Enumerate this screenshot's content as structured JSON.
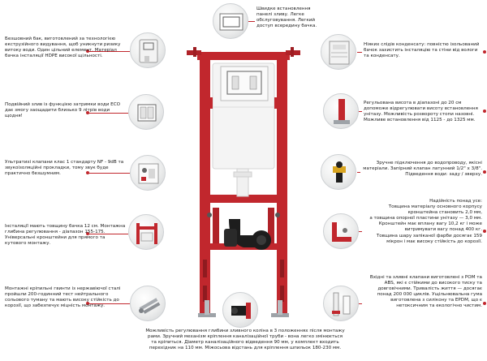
{
  "left_notes": [
    "Безшовний бак, виготовлений за технологією екструзійного видування, щоб уникнути ризику витоку води. Один цільний елемент. Матеріал бачка інсталяції HDPE високої щільності.",
    "Подвійний злив із функцією затримки води ECO дає змогу заощадити близько 9 літрів води щодня!",
    "Ультратихі клапани клас 1 стандарту NF - 9dB та звукоізоляційні прокладки, тому звук буде практично безшумним.",
    "Інсталяції мають товщину бачка 12 см. Монтажна глибина регулювання - діапазон 155-175. Універсальні кронштейни для прямого та кутового монтажу.",
    "Монтажні кріпильні гвинти із нержавіючої сталі пройшли 200-годинний тест нейтрального сольового туману та мають високу стійкість до корозії, що забезпечує міцність монтажу."
  ],
  "right_notes": [
    "Ніяких слідів конденсату: повністю ізольований бачок захистить інсталяцію та стіни від вологи та конденсату.",
    "Регульована висота в діапазоні до 20 см допоможе відрегулювати висоту встановлення унітазу. Можливість розвороту стопи назовні. Можливе встановлення від 1125 - до 1325 мм.",
    "Зручне підключення до водопроводу, якісні матеріали. Запірний клапан латунний 1/2\" x 3/8\". Підведення води: заду / зверху.",
    "Надійність понад усе:\nТовщина матеріалу основного корпусу кронштейна становить 2,0 мм,\nа товщина опорної пластини унітазу — 3,0 мм.\nКронштейн має вплану вагу 10,2 кг і може витримувати вагу понад 400 кг.\nТовщина шару запіканої фарби досягає 159 мікрон і має високу стійкість до корозії.",
    "Вхідні та зливні клапани виготовлені з РОМ та ABS, які є стійкими до високого тиску та довговічними. Тривалість життя — досягає понад 200 000 циклів. Ущільнювальна гума виготовлена з силікону та EPDM, що є нетоксичним та екологічно чистим."
  ],
  "top_note": "Швидке встановлення панелі зливу. Легке обслуговування. Легкий доступ всередину бачка.",
  "bottom_note": "Можливість регулювання глибини зливного коліна в 3 положеннях після монтажу рами. Зручний механізм кріплення каналізаційної труби - вона легко змінюється та кріпиться. Діаметр каналізаційного відведення 90 мм, у комплект входить перехідник на 110 мм. Міжосьова відстань для кріплення шпильок 180-230 мм.",
  "colors": {
    "frame": "#c1272d",
    "frame_dark": "#8f1b20",
    "tank": "#f4f4f4",
    "accent": "#c1272d"
  },
  "icons": [
    "tank-icon",
    "flush-plate-icon",
    "valve-icon",
    "bracket-icon",
    "screw-icon",
    "insulation-icon",
    "leg-icon",
    "water-valve-icon",
    "frame-bracket-icon",
    "inlet-valve-icon",
    "top-panel-icon",
    "bottom-pipe-icon"
  ]
}
